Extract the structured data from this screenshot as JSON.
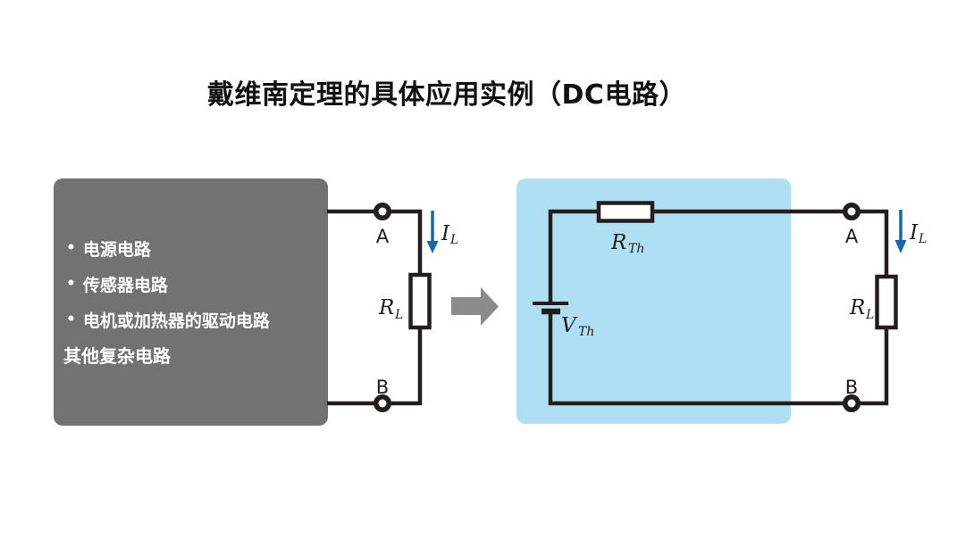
{
  "title": "戴维南定理的具体应用实例（DC电路）",
  "colors": {
    "source_box_bg": "#727272",
    "thevenin_box_bg": "#aedff2",
    "wire": "#231d1b",
    "current_arrow": "#1667b1",
    "transform_arrow": "#8b8b8b",
    "box_text": "#ffffff",
    "title_text": "#111111"
  },
  "source_box": {
    "items": [
      {
        "bullet": "•",
        "label": "电源电路"
      },
      {
        "bullet": "•",
        "label": "传感器电路"
      },
      {
        "bullet": "•",
        "label": "电机或加热器的驱动电路"
      },
      {
        "bullet": "",
        "label": "其他复杂电路"
      }
    ]
  },
  "left_circuit": {
    "terminal_a": "A",
    "terminal_b": "B",
    "load_resistor": {
      "main": "R",
      "sub": "L"
    },
    "load_current": {
      "main": "I",
      "sub": "L"
    }
  },
  "right_circuit": {
    "terminal_a": "A",
    "terminal_b": "B",
    "thevenin_resistance": {
      "main": "R",
      "sub": "Th"
    },
    "thevenin_voltage": {
      "main": "V",
      "sub": "Th"
    },
    "load_resistor": {
      "main": "R",
      "sub": "L"
    },
    "load_current": {
      "main": "I",
      "sub": "L"
    }
  }
}
